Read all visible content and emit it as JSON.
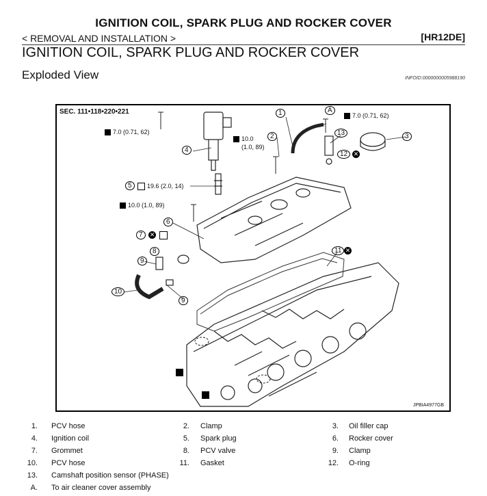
{
  "header": {
    "title": "IGNITION COIL, SPARK PLUG AND ROCKER COVER",
    "subtitle": "< REMOVAL AND INSTALLATION >",
    "engine_code": "[HR12DE]"
  },
  "page_title": "IGNITION COIL, SPARK PLUG AND ROCKER COVER",
  "section_title": "Exploded View",
  "info_id": "INFOID:0000000005988190",
  "figure": {
    "section_ref": "SEC. 111•118•220•221",
    "figure_code": "JPBIA4977GB",
    "torque_labels": {
      "t1": "7.0 (0.71, 62)",
      "t2": "7.0 (0.71, 62)",
      "t3a": "10.0",
      "t3b": "(1.0, 89)",
      "t4": "19.6 (2.0, 14)",
      "t5": "10.0 (1.0, 89)"
    },
    "callouts": [
      "1",
      "2",
      "3",
      "4",
      "5",
      "6",
      "7",
      "8",
      "9",
      "10",
      "11",
      "12",
      "13",
      "9"
    ],
    "arrow_ref": "A",
    "icons": [
      "torque-wrench-icon",
      "do-not-reuse-icon",
      "sealant-icon",
      "liquid-gasket-icon"
    ]
  },
  "legend": [
    {
      "num": "1.",
      "text": "PCV hose"
    },
    {
      "num": "2.",
      "text": "Clamp"
    },
    {
      "num": "3.",
      "text": "Oil filler cap"
    },
    {
      "num": "4.",
      "text": "Ignition coil"
    },
    {
      "num": "5.",
      "text": "Spark plug"
    },
    {
      "num": "6.",
      "text": "Rocker cover"
    },
    {
      "num": "7.",
      "text": "Grommet"
    },
    {
      "num": "8.",
      "text": "PCV valve"
    },
    {
      "num": "9.",
      "text": "Clamp"
    },
    {
      "num": "10.",
      "text": "PCV hose"
    },
    {
      "num": "11.",
      "text": "Gasket"
    },
    {
      "num": "12.",
      "text": "O-ring"
    },
    {
      "num": "13.",
      "text": "Camshaft position sensor (PHASE)"
    },
    {
      "num": "A.",
      "text": "To air cleaner cover assembly"
    }
  ]
}
